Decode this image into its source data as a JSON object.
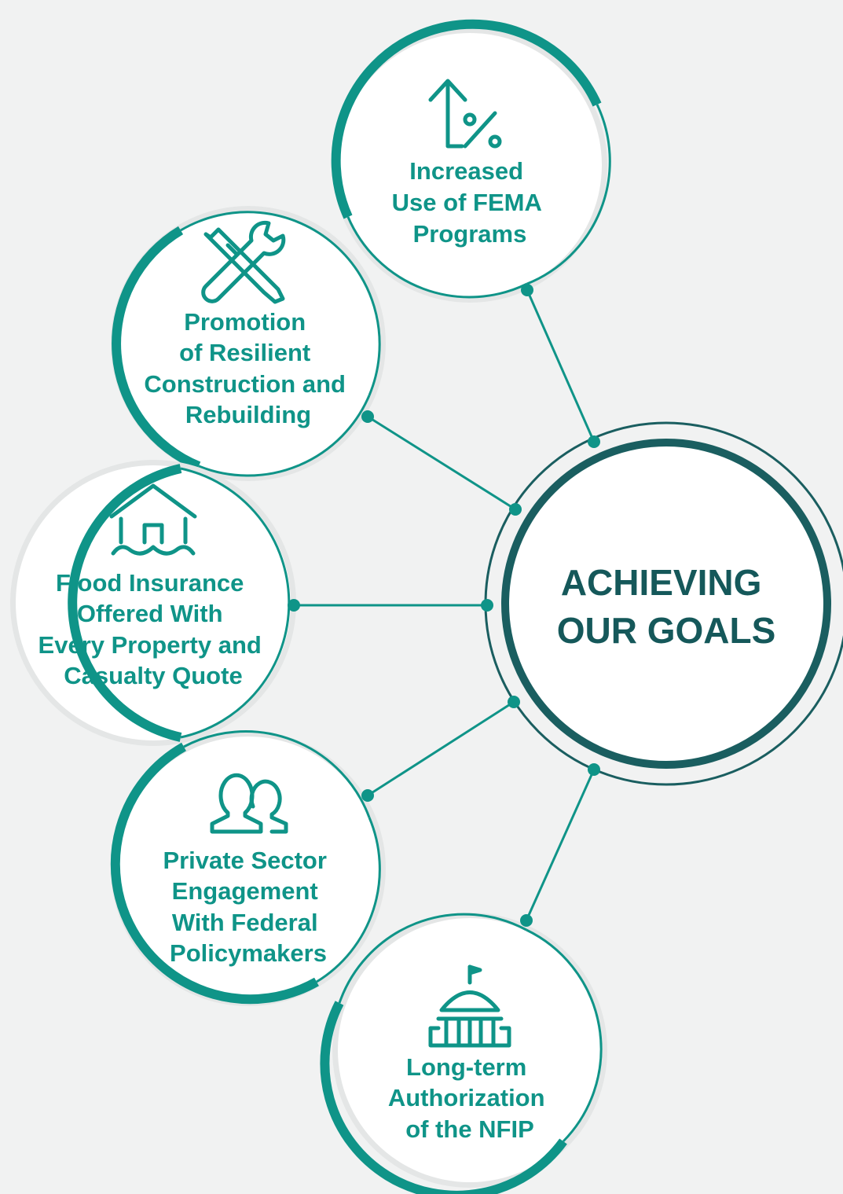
{
  "colors": {
    "background": "#f1f2f2",
    "accent": "#0f9488",
    "center_text": "#15585a",
    "center_ring": "#1a5e60",
    "node_fill": "#ffffff",
    "shadow_arc": "#e4e6e6"
  },
  "center": {
    "line1": "ACHIEVING",
    "line2": "OUR GOALS"
  },
  "goals": [
    {
      "id": "fema",
      "icon": "percent-up-arrow-icon",
      "lines": [
        "Increased",
        "Use of FEMA",
        "Programs"
      ]
    },
    {
      "id": "resilient",
      "icon": "tools-icon",
      "lines": [
        "Promotion",
        "of Resilient",
        "Construction and",
        "Rebuilding"
      ]
    },
    {
      "id": "flood",
      "icon": "flooded-house-icon",
      "lines": [
        "Flood Insurance",
        "Offered With",
        "Every Property and",
        "Casualty Quote"
      ]
    },
    {
      "id": "private",
      "icon": "people-icon",
      "lines": [
        "Private Sector",
        "Engagement",
        "With Federal",
        "Policymakers"
      ]
    },
    {
      "id": "nfip",
      "icon": "capitol-building-icon",
      "lines": [
        "Long-term",
        "Authorization",
        "of the NFIP"
      ]
    }
  ]
}
